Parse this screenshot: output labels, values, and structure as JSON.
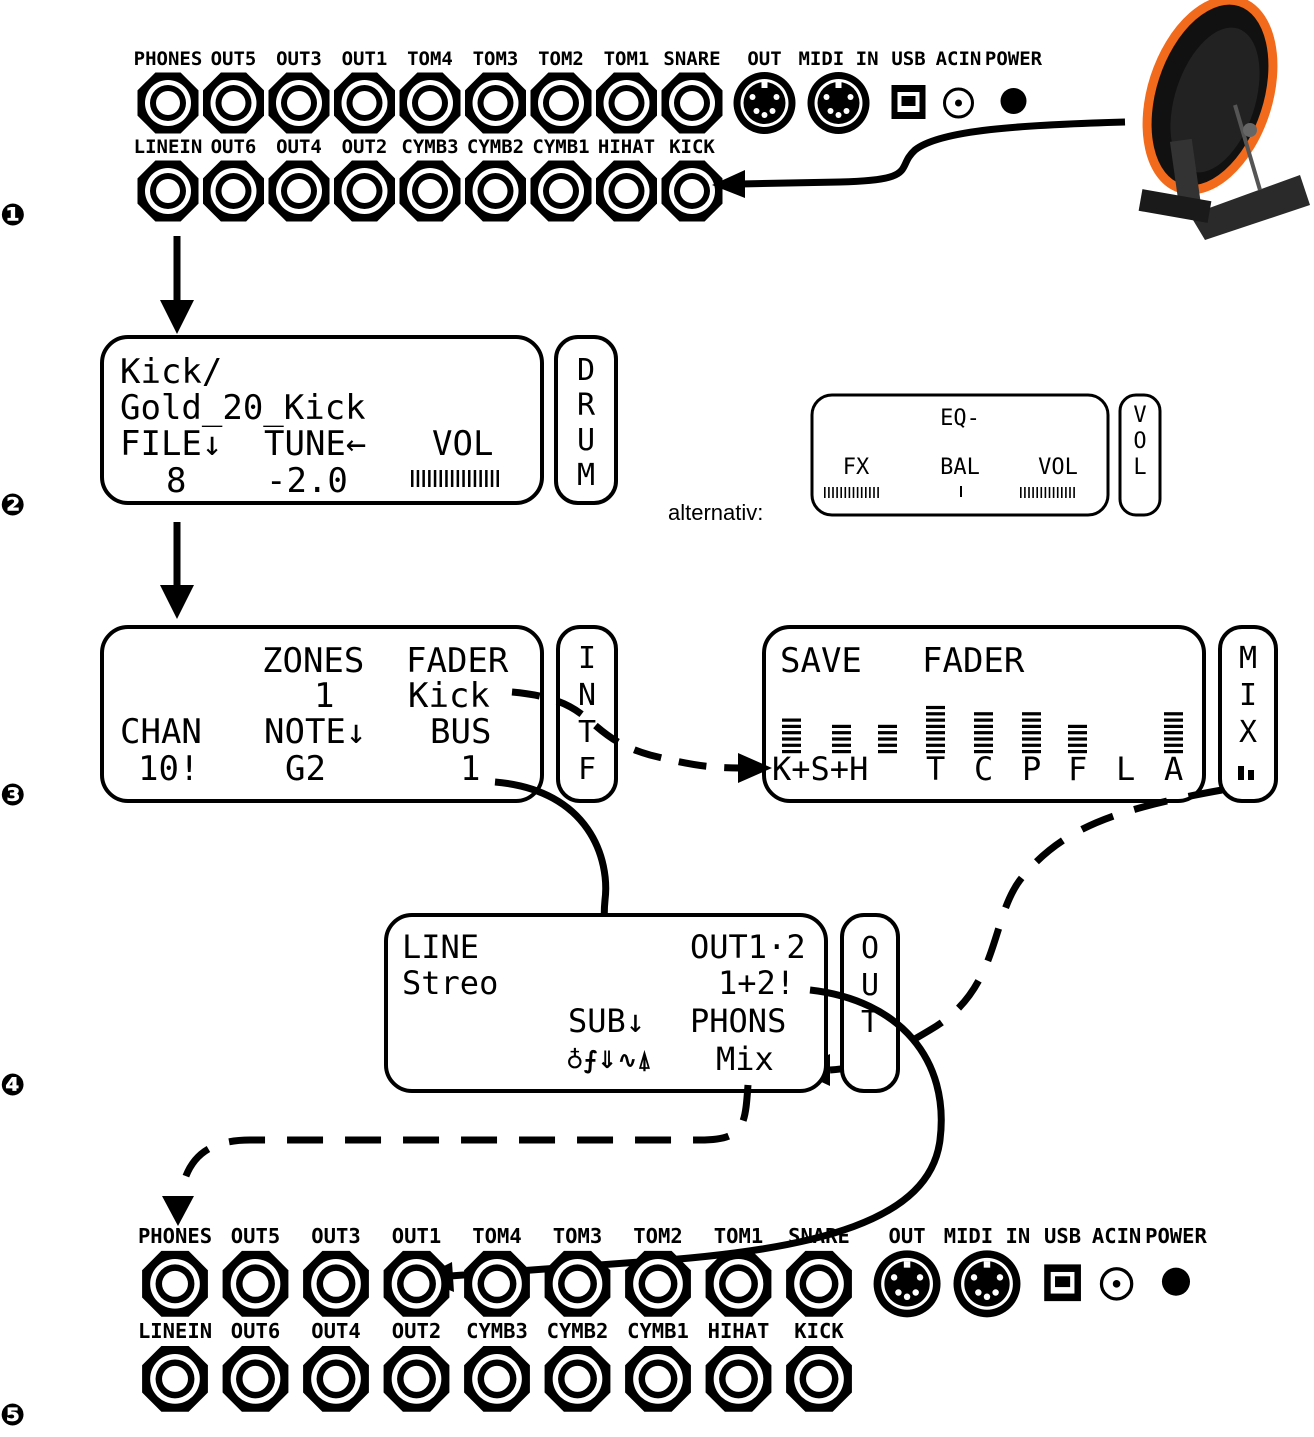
{
  "steps": [
    "❶",
    "❷",
    "❸",
    "❹",
    "❺"
  ],
  "jack_panel": {
    "top_row_labels": [
      "PHONES",
      "OUT5",
      "OUT3",
      "OUT1",
      "TOM4",
      "TOM3",
      "TOM2",
      "TOM1",
      "SNARE"
    ],
    "bottom_row_labels": [
      "LINEIN",
      "OUT6",
      "OUT4",
      "OUT2",
      "CYMB3",
      "CYMB2",
      "CYMB1",
      "HIHAT",
      "KICK"
    ],
    "midi_out_label": "OUT",
    "midi_in_label": "MIDI IN",
    "usb_label": "USB",
    "acin_label": "ACIN",
    "power_label": "POWER"
  },
  "drum_screen": {
    "line1": "Kick/",
    "line2": "Gold_20_Kick",
    "labels": [
      "FILE↓",
      "TUNE←",
      "VOL"
    ],
    "values": [
      "8",
      "-2.0"
    ],
    "vol_level": 1.0,
    "side_tab": [
      "D",
      "R",
      "U",
      "M"
    ]
  },
  "alt_screen": {
    "prefix": "alternativ:",
    "title": "EQ-",
    "labels": [
      "FX",
      "BAL",
      "VOL"
    ],
    "fx_level": 1.0,
    "bal_level": 0.5,
    "vol_level": 1.0,
    "side_tab": [
      "V",
      "O",
      "L"
    ]
  },
  "intf_screen": {
    "header": [
      "ZONES",
      "FADER"
    ],
    "row2": [
      "1",
      "Kick"
    ],
    "labels": [
      "CHAN",
      "NOTE↓",
      "BUS"
    ],
    "values": [
      "10!",
      "G2",
      "1"
    ],
    "side_tab": [
      "I",
      "N",
      "T",
      "F"
    ]
  },
  "mix_screen": {
    "header": [
      "SAVE",
      "FADER"
    ],
    "channels": [
      "K+S+H",
      "T",
      "C",
      "P",
      "F",
      "L",
      "A"
    ],
    "fader_levels": [
      0.7,
      0.55,
      0.55,
      0.9,
      0.75,
      0.75,
      0.6,
      0,
      0.8
    ],
    "side_tab": [
      "M",
      "I",
      "X"
    ]
  },
  "out_screen": {
    "line1_left": "LINE",
    "line1_right": "OUT1·2",
    "line2_left": "Streo",
    "line2_right": "1+2!",
    "line3_left": "SUB↓",
    "line3_right": "PHONS",
    "line4_right": "Mix",
    "sub_icons": "♁⨍⇓∿⍋",
    "side_tab": [
      "O",
      "U",
      "T"
    ]
  },
  "colors": {
    "ink": "#000000",
    "paper": "#ffffff",
    "pad_rim": "#f26a1b"
  }
}
